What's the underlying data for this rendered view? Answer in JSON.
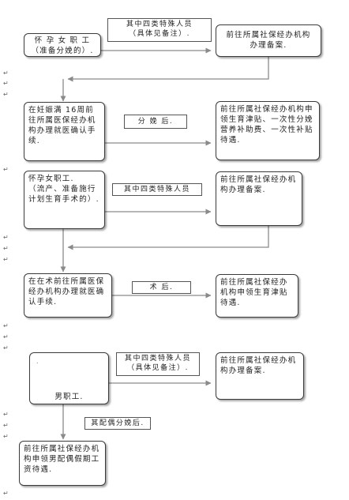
{
  "nodes": {
    "n1": "怀 孕 女 职 工\n（准备分娩的）.",
    "n2": "前往所属社保经办机构\n办理备案.",
    "n3": "在妊娠满 16周前往所属医保经办机构办理就医确认手续.",
    "n4": "前往所属社保经办机构申领生育津贴、一次性分娩营养补助费、一次性补贴待遇.",
    "n5": "怀孕女职工.\n（流产、准备施行计划生育手术的）.",
    "n6": "前往所属社保经办机构办理备案.",
    "n7": "在在术前往所属医保经办机构办理就医确认手续.",
    "n8": "前往所属社保经办机构申领生育津贴待遇.",
    "n9": "男职工.",
    "n10": "前往所属社保经办机构办理备案.",
    "n11": "前往所属社保经办机构申领男配偶假期工资待遇."
  },
  "labels": {
    "l1": "其中四类特殊人员\n（具体见备注）.",
    "l2": "分  娩  后.",
    "l3": "其中四类特殊人员",
    "l4": "术   后.",
    "l5": "其中四类特殊人员\n（具体见备注）.",
    "l6": "其配偶分娩后."
  },
  "marks": {
    "m": "↵",
    "dot": "."
  }
}
